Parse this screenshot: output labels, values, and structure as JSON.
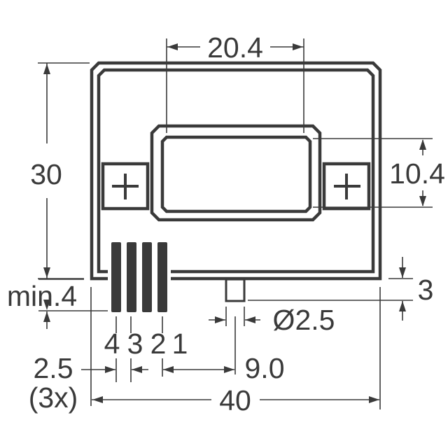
{
  "drawing": {
    "type": "mechanical-outline",
    "description": "Current sensor package outline drawing (dimensions in mm)",
    "colors": {
      "line": "#3a3a3a",
      "background": "#ffffff"
    }
  },
  "dimensions": {
    "aperture_width": "20.4",
    "aperture_height": "10.4",
    "body_height": "30",
    "body_width": "40",
    "pin_length_min": "min.4",
    "pin_pitch": "2.5",
    "pin_pitch_count": "(3x)",
    "pin1_to_peg": "9.0",
    "peg_diameter": "Ø2.5",
    "peg_height": "3"
  },
  "pins": {
    "labels": [
      "4",
      "3",
      "2",
      "1"
    ]
  },
  "features": {
    "left_mount_icon": "plus-mark",
    "right_mount_icon": "plus-mark"
  }
}
